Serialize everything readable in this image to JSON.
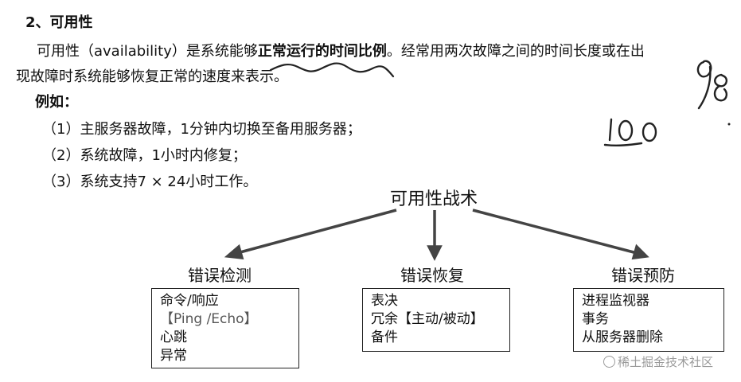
{
  "section": {
    "heading": "2、可用性"
  },
  "paragraph": {
    "part1": "可用性（availability）是系统能够",
    "part2_emph": "正常运行的时间比例",
    "part3": "。经常用两次故障之间的时间长度或在出",
    "line2": "现故障时系统能够恢复正常的速度来表示。"
  },
  "example": {
    "label": "例如：",
    "items": [
      "（1）主服务器故障，1分钟内切换至备用服务器；",
      "（2）系统故障，1小时内修复；",
      "（3）系统支持7 × 24小时工作。"
    ]
  },
  "handwriting": {
    "top_number": "98",
    "bottom_number": "100"
  },
  "diagram": {
    "title": "可用性战术",
    "categories": [
      {
        "title": "错误检测",
        "items": [
          "命令/响应",
          "【Ping /Echo】",
          "心跳",
          "异常"
        ]
      },
      {
        "title": "错误恢复",
        "items": [
          "表决",
          "冗余【主动/被动】",
          "备件"
        ]
      },
      {
        "title": "错误预防",
        "items": [
          "进程监视器",
          "事务",
          "从服务器删除"
        ]
      }
    ]
  },
  "watermark": {
    "text": "稀土掘金技术社区"
  }
}
